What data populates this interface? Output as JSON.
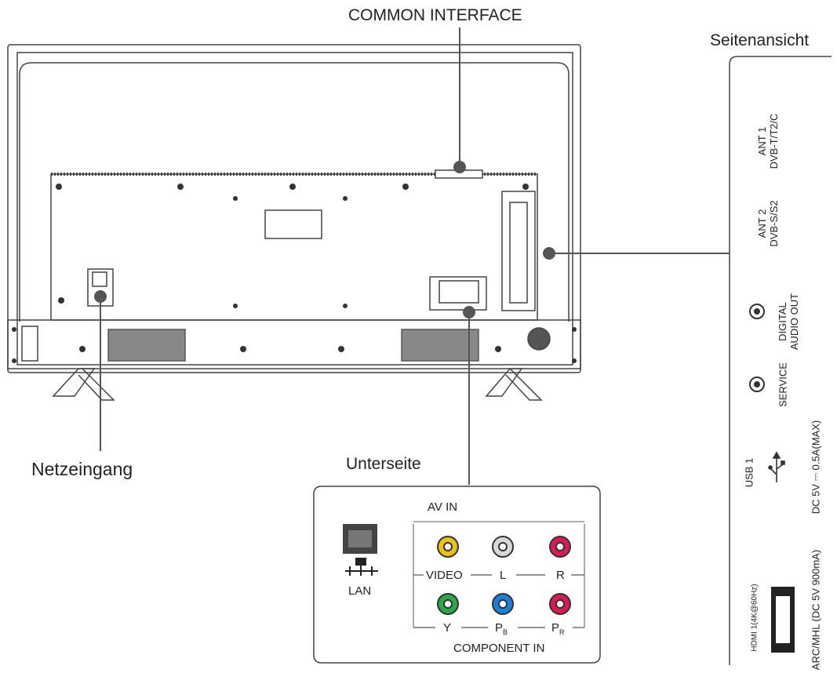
{
  "labels": {
    "common_interface": "COMMON INTERFACE",
    "side_view": "Seitenansicht",
    "power_input": "Netzeingang",
    "bottom_side": "Unterseite"
  },
  "side_panel": {
    "ant1": "ANT 1",
    "ant1_std": "DVB-T/T2/C",
    "ant2": "ANT 2",
    "ant2_std": "DVB-S/S2",
    "digital_audio_1": "DIGITAL",
    "digital_audio_2": "AUDIO OUT",
    "service": "SERVICE",
    "usb": "USB 1",
    "usb_power": "DC 5V ⎓ 0.5A(MAX)",
    "hdmi": "HDMI 1(4K@60Hz)",
    "hdmi_arc": "ARC/MHL (DC 5V 900mA)"
  },
  "bottom_panel": {
    "av_in": "AV IN",
    "lan": "LAN",
    "video": "VIDEO",
    "l": "L",
    "r": "R",
    "y": "Y",
    "pb": "P",
    "pb_sub": "B",
    "pr": "P",
    "pr_sub": "R",
    "component_in": "COMPONENT IN"
  },
  "colors": {
    "video_jack": "#e8c21a",
    "white_jack": "#d8d8d8",
    "red_jack": "#d81a55",
    "green_jack": "#2aa84a",
    "blue_jack": "#1a7fd8",
    "line": "#555555"
  }
}
